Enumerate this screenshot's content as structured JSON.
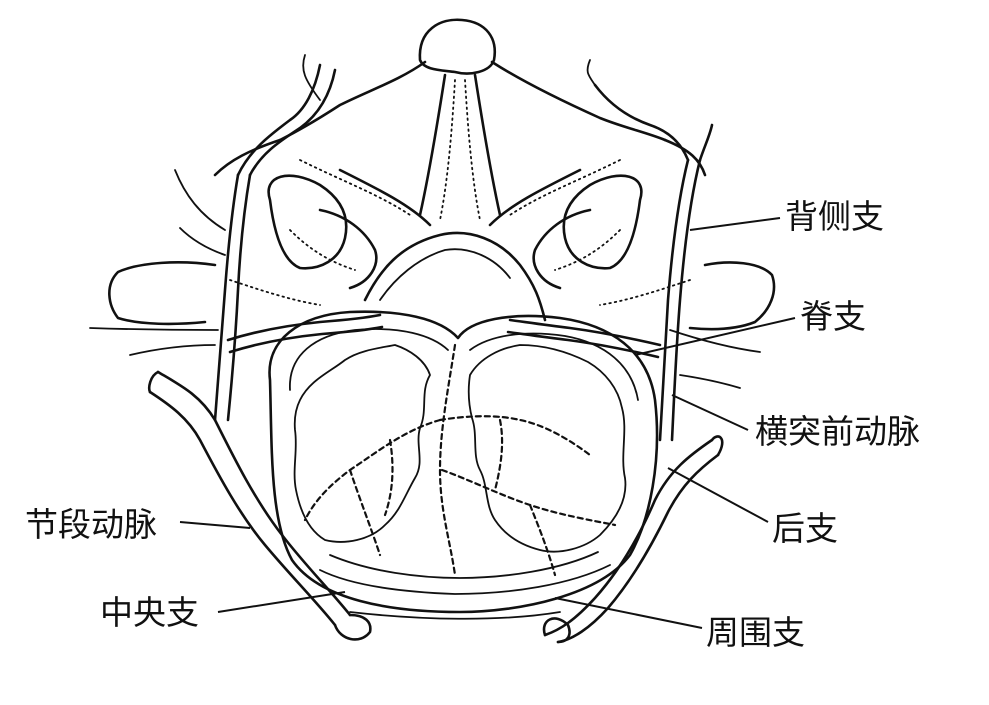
{
  "colors": {
    "ink": "#111111",
    "background": "#ffffff"
  },
  "labels": {
    "dorsal_branch": "背侧支",
    "spinal_branch": "脊支",
    "anterior_transverse_artery": "横突前动脉",
    "posterior_branch": "后支",
    "segmental_artery": "节段动脉",
    "central_branch": "中央支",
    "peripheral_branch": "周围支"
  }
}
